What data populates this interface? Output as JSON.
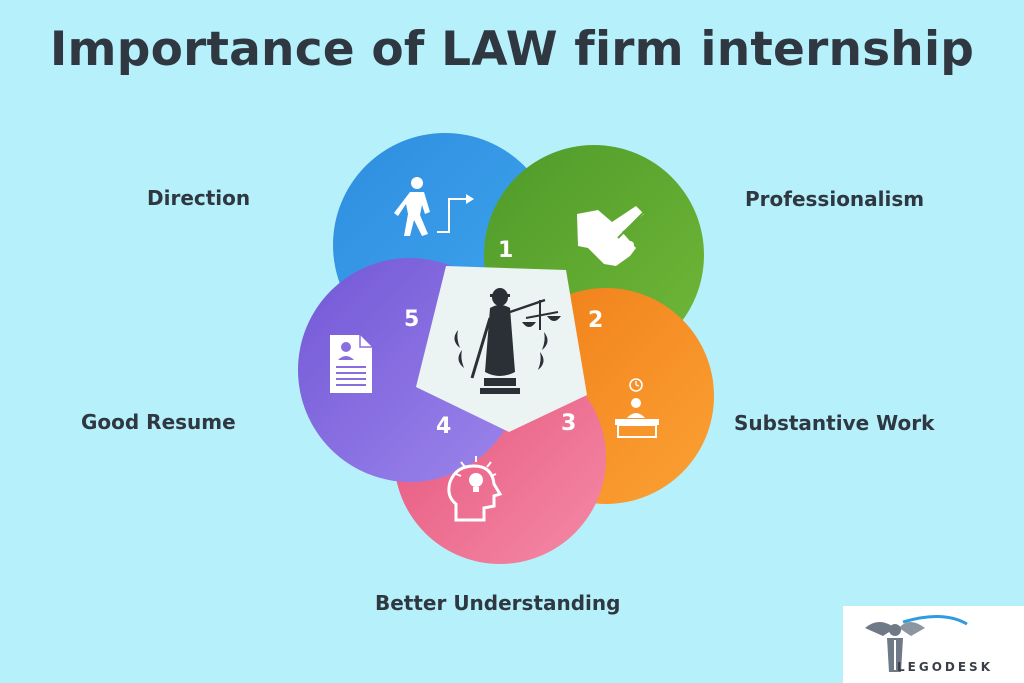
{
  "title": "Importance of LAW firm internship",
  "items": [
    {
      "number": "1",
      "label": "Direction",
      "color": "#3796e4",
      "icon": "walking-man-arrow-icon"
    },
    {
      "number": "2",
      "label": "Professionalism",
      "color": "#5ca92e",
      "icon": "handshake-icon"
    },
    {
      "number": "3",
      "label": "Substantive Work",
      "color": "#f68a20",
      "icon": "person-at-desk-icon"
    },
    {
      "number": "4",
      "label": "Better Understanding",
      "color": "#ec6e94",
      "icon": "head-lightbulb-icon"
    },
    {
      "number": "5",
      "label": "Good Resume",
      "color": "#8a6ee0",
      "icon": "resume-document-icon"
    }
  ],
  "center": {
    "icon": "lady-justice-icon",
    "color": "#ecf4f3"
  },
  "logo": {
    "brand": "LEGODESK",
    "mark": "logo-figure-icon"
  }
}
